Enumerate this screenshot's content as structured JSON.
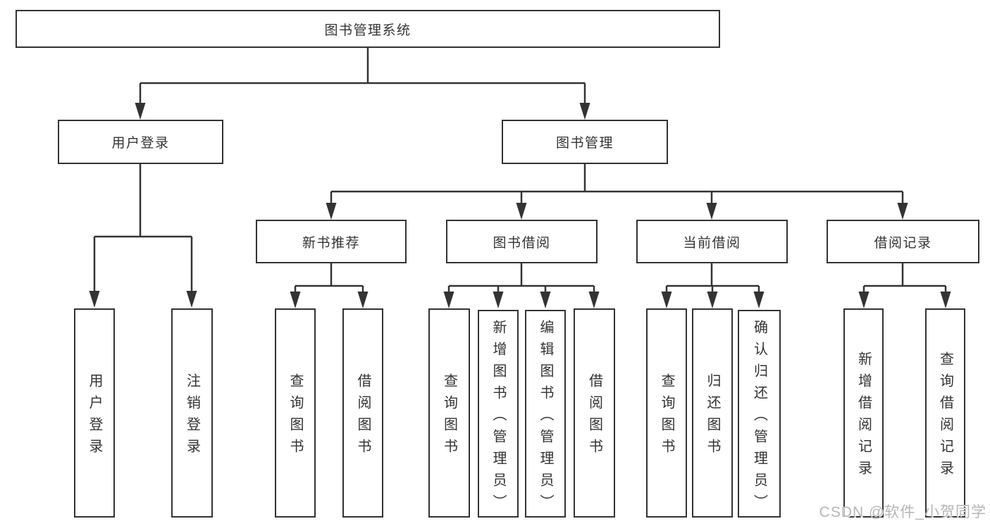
{
  "watermark": "CSDN @软件_小贺同学",
  "colors": {
    "line": "#333333",
    "box_border": "#333333",
    "text": "#333333",
    "watermark_text": "#b5b5b5",
    "background": "#ffffff"
  },
  "diagram": {
    "type": "tree",
    "root": {
      "label": "图书管理系统",
      "children": [
        {
          "label": "用户登录",
          "children": [
            {
              "label": "用户登录"
            },
            {
              "label": "注销登录"
            }
          ]
        },
        {
          "label": "图书管理",
          "children": [
            {
              "label": "新书推荐",
              "children": [
                {
                  "label": "查询图书"
                },
                {
                  "label": "借阅图书"
                }
              ]
            },
            {
              "label": "图书借阅",
              "children": [
                {
                  "label": "查询图书"
                },
                {
                  "label": "新增图书（管理员）"
                },
                {
                  "label": "编辑图书（管理员）"
                },
                {
                  "label": "借阅图书"
                }
              ]
            },
            {
              "label": "当前借阅",
              "children": [
                {
                  "label": "查询图书"
                },
                {
                  "label": "归还图书"
                },
                {
                  "label": "确认归还（管理员）"
                }
              ]
            },
            {
              "label": "借阅记录",
              "children": [
                {
                  "label": "新增借阅记录"
                },
                {
                  "label": "查询借阅记录"
                }
              ]
            }
          ]
        }
      ]
    }
  }
}
